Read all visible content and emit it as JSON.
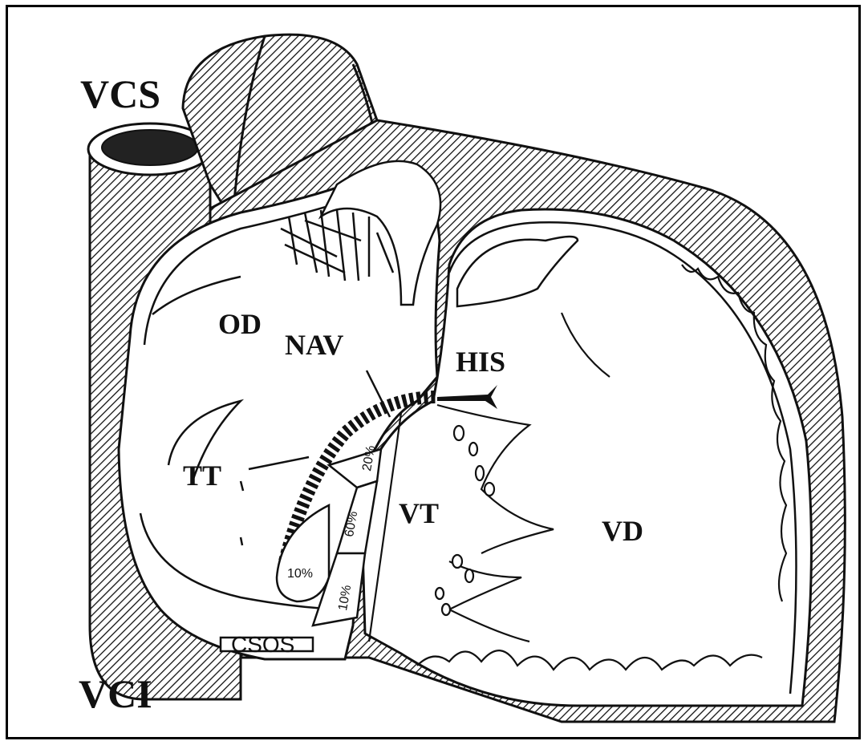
{
  "labels": {
    "vcs": "VCS",
    "vci": "VCI",
    "od": "OD",
    "nav": "NAV",
    "his": "HIS",
    "tt": "TT",
    "vt": "VT",
    "vd": "VD",
    "csos": "CSOS"
  },
  "zones": {
    "upper": "20%",
    "middle": "60%",
    "lower": "10%",
    "ostium": "10%"
  },
  "colors": {
    "ink": "#111111",
    "hatch_line": "#111111",
    "background": "#ffffff"
  }
}
